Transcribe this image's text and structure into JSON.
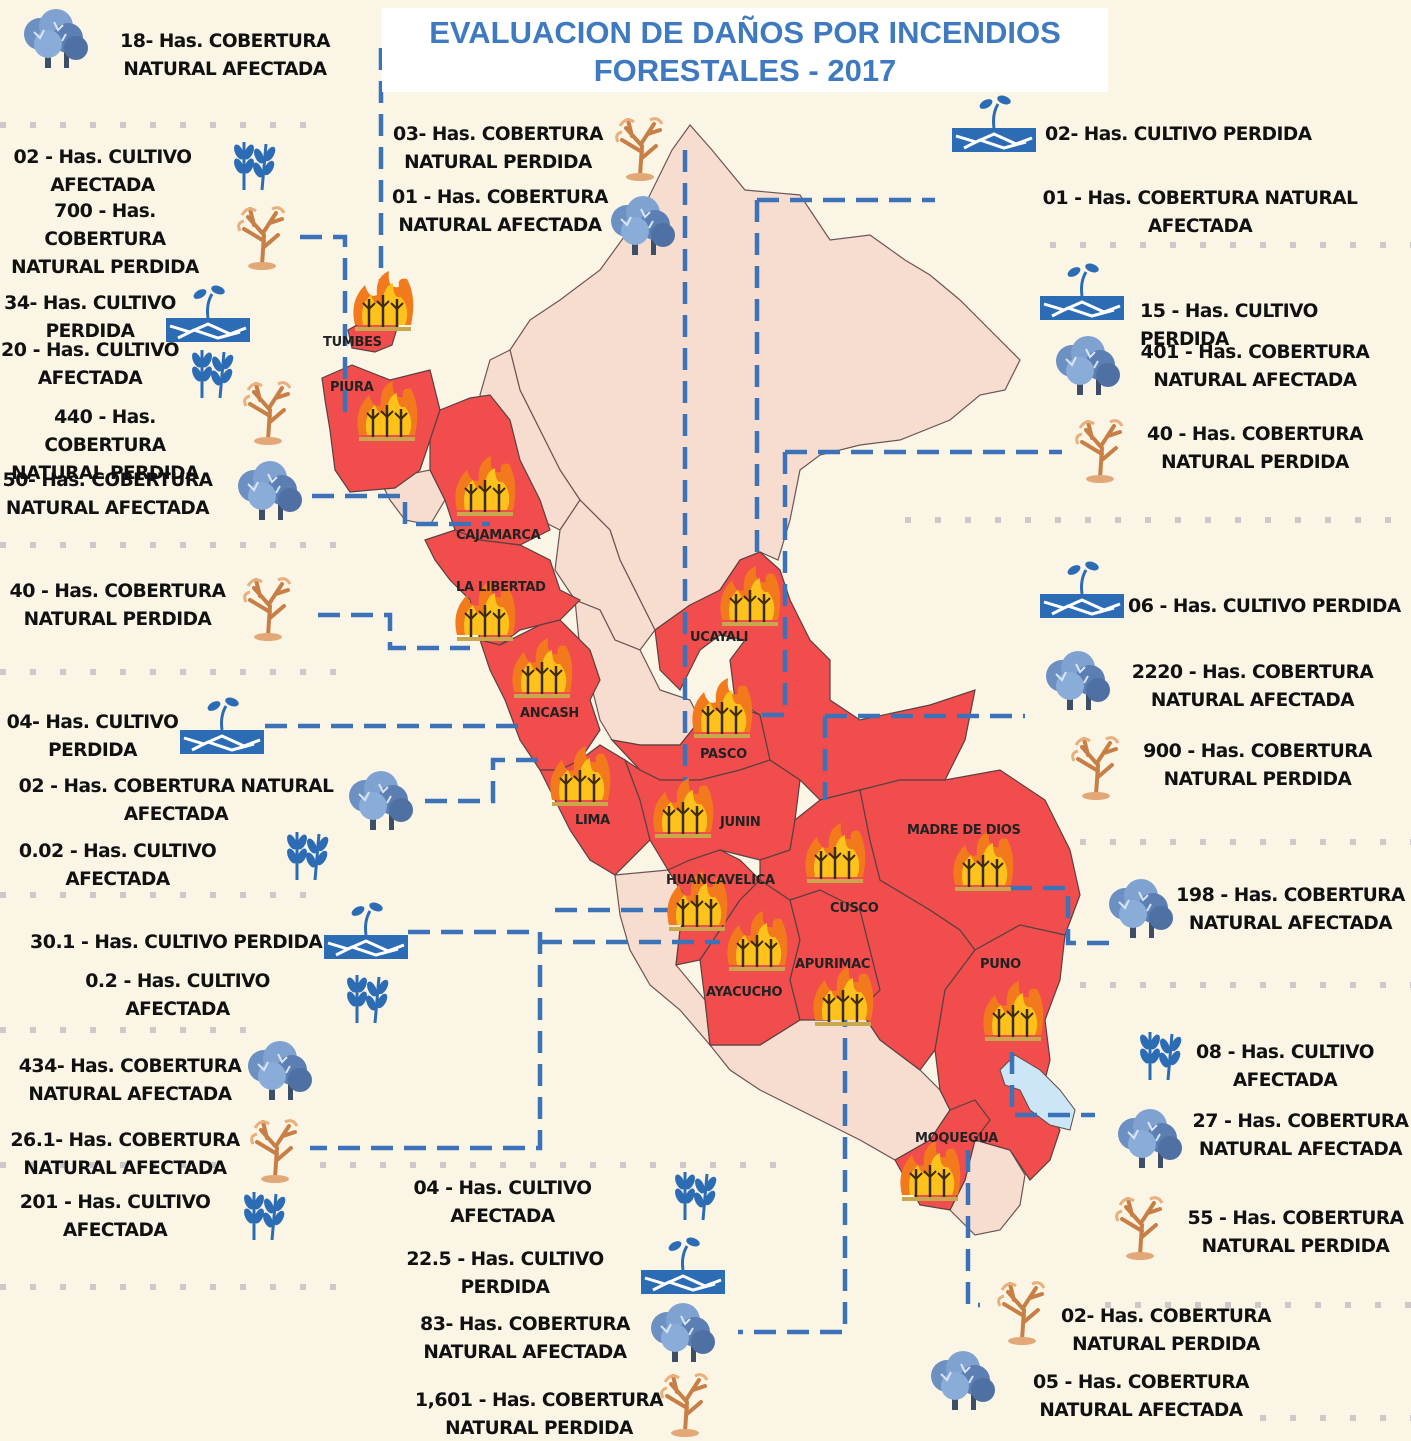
{
  "title": {
    "line1": "EVALUACION DE DAÑOS POR INCENDIOS",
    "line2": "FORESTALES - 2017"
  },
  "colors": {
    "affected_region": "#f24d4d",
    "other_region": "#f7ddd0",
    "region_border": "#5a4a4a",
    "connector": "#3b72b8",
    "title_text": "#3f7ac0",
    "lake": "#cce6f7",
    "icon_blue": "#2b6cb5",
    "icon_dead_tree": "#d9965a"
  },
  "regions": {
    "tumbes": "TUMBES",
    "piura": "PIURA",
    "cajamarca": "CAJAMARCA",
    "la_libertad": "LA LIBERTAD",
    "ancash": "ANCASH",
    "lima": "LIMA",
    "junin": "JUNIN",
    "pasco": "PASCO",
    "ucayali": "UCAYALI",
    "huancavelica": "HUANCAVELICA",
    "ayacucho": "AYACUCHO",
    "apurimac": "APURIMAC",
    "cusco": "CUSCO",
    "madre_de_dios": "MADRE DE DIOS",
    "puno": "PUNO",
    "moquegua": "MOQUEGUA"
  },
  "annotations": {
    "tumbes_a": {
      "num": "18-",
      "text": "Has. COBERTURA NATURAL AFECTADA",
      "l1": "Has. COBERTURA",
      "l2": "NATURAL AFECTADA"
    },
    "tumbes_b": {
      "num": "03-",
      "l1": "Has. COBERTURA",
      "l2": "NATURAL  PERDIDA"
    },
    "tumbes_c": {
      "num": "01 -",
      "l1": "Has. COBERTURA",
      "l2": "NATURAL AFECTADA"
    },
    "piura_a": {
      "num": "02 -",
      "l1": "Has. CULTIVO",
      "l2": "AFECTADA"
    },
    "piura_b": {
      "num": "700 -",
      "l1": "Has. COBERTURA",
      "l2": "NATURAL  PERDIDA"
    },
    "caj_a": {
      "num": "34-",
      "l1": "Has. CULTIVO",
      "l2": "PERDIDA"
    },
    "caj_b": {
      "num": "20 -",
      "l1": "Has. CULTIVO",
      "l2": "AFECTADA"
    },
    "caj_c": {
      "num": "440 -",
      "l1": "Has. COBERTURA",
      "l2": "NATURAL  PERDIDA"
    },
    "caj_d": {
      "num": "50-",
      "l1": "Has. COBERTURA",
      "l2": "NATURAL AFECTADA"
    },
    "lib_a": {
      "num": "40 -",
      "l1": "Has. COBERTURA",
      "l2": "NATURAL  PERDIDA"
    },
    "anc_a": {
      "num": "04-",
      "l1": "Has. CULTIVO",
      "l2": "PERDIDA"
    },
    "lima_a": {
      "num": "02 -",
      "l1": "Has. COBERTURA NATURAL",
      "l2": "AFECTADA"
    },
    "lima_b": {
      "num": "0.02 -",
      "l1": "Has. CULTIVO",
      "l2": "AFECTADA"
    },
    "hua_a": {
      "num": "30.1 -",
      "l1": "Has. CULTIVO PERDIDA"
    },
    "hua_b": {
      "num": "0.2 -",
      "l1": "Has. CULTIVO",
      "l2": "AFECTADA"
    },
    "aya_a": {
      "num": "434-",
      "l1": "Has. COBERTURA",
      "l2": "NATURAL AFECTADA"
    },
    "aya_b": {
      "num": "26.1-",
      "l1": "Has. COBERTURA",
      "l2": "NATURAL  AFECTADA"
    },
    "aya_c": {
      "num": "201 -",
      "l1": "Has. CULTIVO",
      "l2": "AFECTADA"
    },
    "apu_a": {
      "num": "04 -",
      "l1": "Has. CULTIVO",
      "l2": "AFECTADA"
    },
    "apu_b": {
      "num": "22.5 -",
      "l1": "Has. CULTIVO",
      "l2": "PERDIDA"
    },
    "apu_c": {
      "num": "83-",
      "l1": "Has. COBERTURA",
      "l2": "NATURAL AFECTADA"
    },
    "apu_d": {
      "num": "1,601 -",
      "l1": "Has. COBERTURA",
      "l2": "NATURAL  PERDIDA"
    },
    "r_a": {
      "num": "02-",
      "l1": "Has. CULTIVO PERDIDA"
    },
    "r_b": {
      "num": "01 -",
      "l1": "Has. COBERTURA NATURAL",
      "l2": "AFECTADA"
    },
    "r_c": {
      "num": "15 -",
      "l1": "Has. CULTIVO PERDIDA"
    },
    "r_d": {
      "num": "401 -",
      "l1": "Has. COBERTURA",
      "l2": "NATURAL AFECTADA"
    },
    "r_e": {
      "num": "40 -",
      "l1": "Has. COBERTURA",
      "l2": "NATURAL  PERDIDA"
    },
    "r_f": {
      "num": "06 -",
      "l1": "Has. CULTIVO PERDIDA"
    },
    "r_g": {
      "num": "2220 -",
      "l1": "Has. COBERTURA",
      "l2": "NATURAL AFECTADA"
    },
    "r_h": {
      "num": "900 -",
      "l1": "Has. COBERTURA",
      "l2": "NATURAL  PERDIDA"
    },
    "r_i": {
      "num": "198 -",
      "l1": "Has. COBERTURA",
      "l2": "NATURAL AFECTADA"
    },
    "r_j": {
      "num": "08 -",
      "l1": "Has. CULTIVO",
      "l2": "AFECTADA"
    },
    "r_k": {
      "num": "27 -",
      "l1": "Has. COBERTURA",
      "l2": "NATURAL AFECTADA"
    },
    "r_l": {
      "num": "55 -",
      "l1": "Has. COBERTURA",
      "l2": "NATURAL  PERDIDA"
    },
    "r_m": {
      "num": "02-",
      "l1": "Has. COBERTURA",
      "l2": "NATURAL PERDIDA"
    },
    "r_n": {
      "num": "05 -",
      "l1": "Has. COBERTURA",
      "l2": "NATURAL AFECTADA"
    }
  },
  "icons": {
    "living_tree": "living-tree-icon",
    "dead_tree": "dead-tree-icon",
    "wheat": "wheat-icon",
    "sprout_cracked_ground": "sprout-cracked-ground-icon",
    "fire": "forest-fire-icon"
  }
}
